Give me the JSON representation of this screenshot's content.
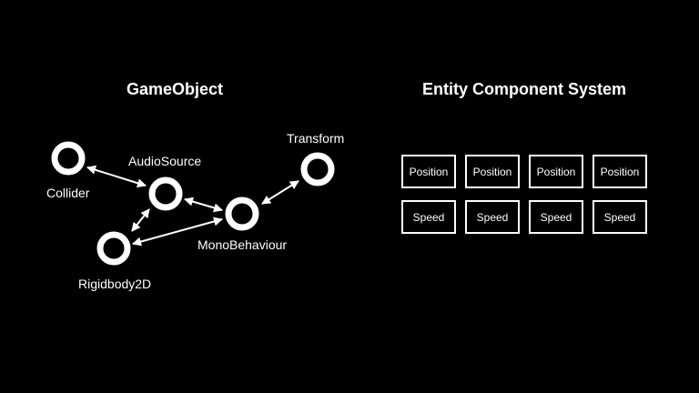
{
  "left_panel": {
    "title": "GameObject",
    "nodes": [
      {
        "label": "Collider"
      },
      {
        "label": "AudioSource"
      },
      {
        "label": "Transform"
      },
      {
        "label": "MonoBehaviour"
      },
      {
        "label": "Rigidbody2D"
      }
    ]
  },
  "right_panel": {
    "title": "Entity Component System",
    "columns": [
      {
        "top": "Position",
        "bottom": "Speed"
      },
      {
        "top": "Position",
        "bottom": "Speed"
      },
      {
        "top": "Position",
        "bottom": "Speed"
      },
      {
        "top": "Position",
        "bottom": "Speed"
      }
    ]
  },
  "colors": {
    "background": "#000000",
    "foreground": "#ffffff"
  }
}
